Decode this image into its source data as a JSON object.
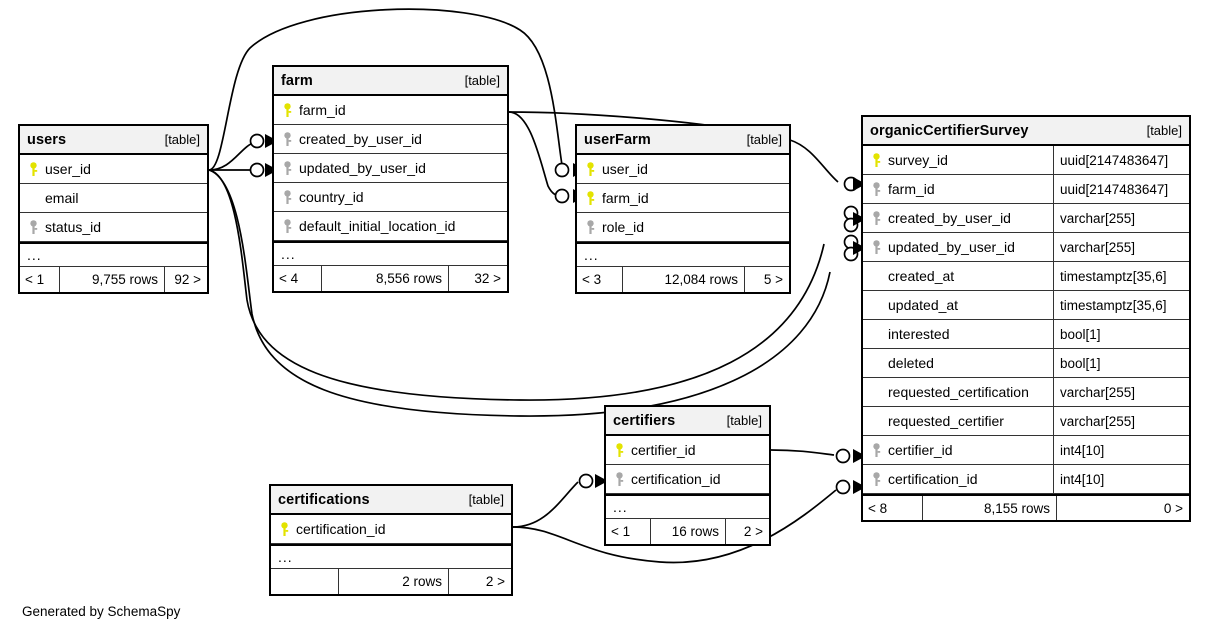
{
  "caption": "Generated by SchemaSpy",
  "table_tag": "[table]",
  "ellipsis": "...",
  "colors": {
    "pk_key": "#e3e300",
    "fk_key": "#a8a8a8",
    "header_bg": "#f2f2f2",
    "border": "#000000"
  },
  "tables": {
    "users": {
      "name": "users",
      "columns": [
        {
          "name": "user_id",
          "key": "pk"
        },
        {
          "name": "email",
          "key": "none"
        },
        {
          "name": "status_id",
          "key": "fk"
        }
      ],
      "footer": {
        "left": "< 1",
        "center": "9,755 rows",
        "right": "92 >"
      }
    },
    "farm": {
      "name": "farm",
      "columns": [
        {
          "name": "farm_id",
          "key": "pk"
        },
        {
          "name": "created_by_user_id",
          "key": "fk"
        },
        {
          "name": "updated_by_user_id",
          "key": "fk"
        },
        {
          "name": "country_id",
          "key": "fk"
        },
        {
          "name": "default_initial_location_id",
          "key": "fk"
        }
      ],
      "footer": {
        "left": "< 4",
        "center": "8,556 rows",
        "right": "32 >"
      }
    },
    "userFarm": {
      "name": "userFarm",
      "columns": [
        {
          "name": "user_id",
          "key": "pk"
        },
        {
          "name": "farm_id",
          "key": "pk"
        },
        {
          "name": "role_id",
          "key": "fk"
        }
      ],
      "footer": {
        "left": "< 3",
        "center": "12,084 rows",
        "right": "5 >"
      }
    },
    "organicCertifierSurvey": {
      "name": "organicCertifierSurvey",
      "columns": [
        {
          "name": "survey_id",
          "key": "pk",
          "type": "uuid[2147483647]"
        },
        {
          "name": "farm_id",
          "key": "fk",
          "type": "uuid[2147483647]"
        },
        {
          "name": "created_by_user_id",
          "key": "fk",
          "type": "varchar[255]"
        },
        {
          "name": "updated_by_user_id",
          "key": "fk",
          "type": "varchar[255]"
        },
        {
          "name": "created_at",
          "key": "none",
          "type": "timestamptz[35,6]"
        },
        {
          "name": "updated_at",
          "key": "none",
          "type": "timestamptz[35,6]"
        },
        {
          "name": "interested",
          "key": "none",
          "type": "bool[1]"
        },
        {
          "name": "deleted",
          "key": "none",
          "type": "bool[1]"
        },
        {
          "name": "requested_certification",
          "key": "none",
          "type": "varchar[255]"
        },
        {
          "name": "requested_certifier",
          "key": "none",
          "type": "varchar[255]"
        },
        {
          "name": "certifier_id",
          "key": "fk",
          "type": "int4[10]"
        },
        {
          "name": "certification_id",
          "key": "fk",
          "type": "int4[10]"
        }
      ],
      "footer": {
        "left": "< 8",
        "center": "8,155 rows",
        "right": "0 >"
      }
    },
    "certifiers": {
      "name": "certifiers",
      "columns": [
        {
          "name": "certifier_id",
          "key": "pk"
        },
        {
          "name": "certification_id",
          "key": "fk"
        }
      ],
      "footer": {
        "left": "< 1",
        "center": "16 rows",
        "right": "2 >"
      }
    },
    "certifications": {
      "name": "certifications",
      "columns": [
        {
          "name": "certification_id",
          "key": "pk"
        }
      ],
      "footer": {
        "left": "",
        "center": "2 rows",
        "right": "2 >"
      }
    }
  },
  "relationships": [
    {
      "from": "users.user_id",
      "to": "farm.created_by_user_id"
    },
    {
      "from": "users.user_id",
      "to": "farm.updated_by_user_id"
    },
    {
      "from": "users.user_id",
      "to": "userFarm.user_id"
    },
    {
      "from": "users.user_id",
      "to": "organicCertifierSurvey.created_by_user_id"
    },
    {
      "from": "users.user_id",
      "to": "organicCertifierSurvey.updated_by_user_id"
    },
    {
      "from": "farm.farm_id",
      "to": "userFarm.farm_id"
    },
    {
      "from": "farm.farm_id",
      "to": "organicCertifierSurvey.farm_id"
    },
    {
      "from": "certifiers.certifier_id",
      "to": "organicCertifierSurvey.certifier_id"
    },
    {
      "from": "certifications.certification_id",
      "to": "certifiers.certification_id"
    },
    {
      "from": "certifications.certification_id",
      "to": "organicCertifierSurvey.certification_id"
    }
  ]
}
